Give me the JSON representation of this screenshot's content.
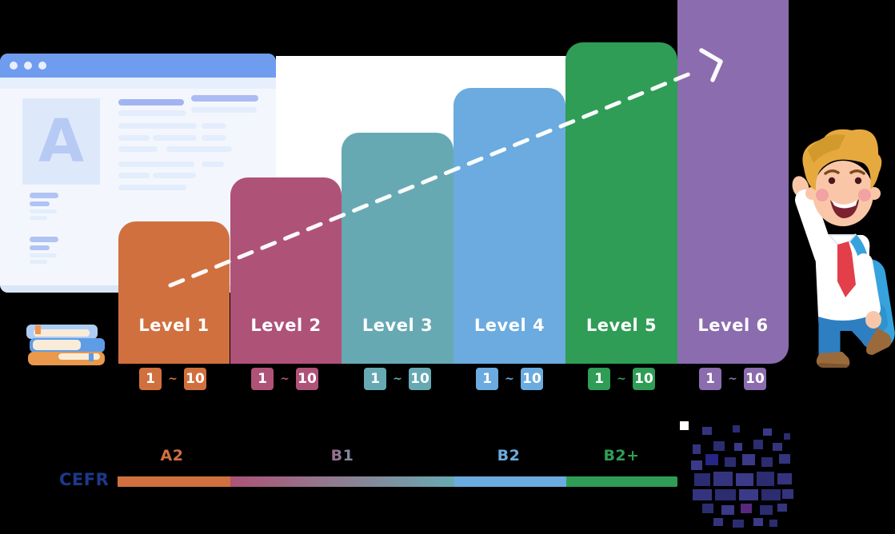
{
  "browser": {
    "thumbnail_letter": "A"
  },
  "bars": [
    {
      "label": "Level 1",
      "min": "1",
      "sep": "~",
      "max": "10",
      "color": "#d1703f"
    },
    {
      "label": "Level 2",
      "min": "1",
      "sep": "~",
      "max": "10",
      "color": "#af5278"
    },
    {
      "label": "Level 3",
      "min": "1",
      "sep": "~",
      "max": "10",
      "color": "#67a9b3"
    },
    {
      "label": "Level 4",
      "min": "1",
      "sep": "~",
      "max": "10",
      "color": "#6babdf"
    },
    {
      "label": "Level 5",
      "min": "1",
      "sep": "~",
      "max": "10",
      "color": "#2f9d56"
    },
    {
      "label": "Level 6",
      "min": "1",
      "sep": "~",
      "max": "10",
      "color": "#8b6cae"
    }
  ],
  "cefr": {
    "title": "CEFR",
    "title_color": "#1c3a8c",
    "levels": [
      {
        "text": "A2",
        "color": "#d1703f"
      },
      {
        "text": "B1",
        "color_gradient": [
          "#ad5278",
          "#68a9b2"
        ]
      },
      {
        "text": "B2",
        "color": "#6babdf"
      },
      {
        "text": "B2+",
        "color": "#2f9d56"
      }
    ]
  },
  "chart_data": {
    "type": "bar",
    "categories": [
      "Level 1",
      "Level 2",
      "Level 3",
      "Level 4",
      "Level 5",
      "Level 6"
    ],
    "values": [
      178,
      233,
      289,
      345,
      402,
      455
    ],
    "unit": "illustrative bar height (px), evenly increasing steps",
    "bar_sublabels": [
      "1 ~ 10",
      "1 ~ 10",
      "1 ~ 10",
      "1 ~ 10",
      "1 ~ 10",
      "1 ~ 10"
    ],
    "colors": [
      "#d1703f",
      "#af5278",
      "#67a9b3",
      "#6babdf",
      "#2f9d56",
      "#8b6cae"
    ],
    "secondary_axis": {
      "label": "CEFR",
      "segments": [
        {
          "text": "A2",
          "covers": "Level 1"
        },
        {
          "text": "B1",
          "covers": "Level 2 - Level 3"
        },
        {
          "text": "B2",
          "covers": "Level 4"
        },
        {
          "text": "B2+",
          "covers": "Level 5"
        }
      ]
    },
    "annotations": [
      "white dashed upward trend arrow from Level 1 to Level 6"
    ],
    "legend": "none",
    "grid": false
  }
}
